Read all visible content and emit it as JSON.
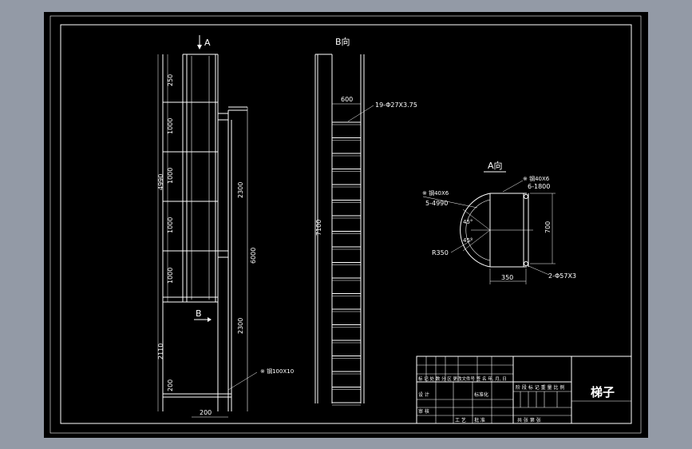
{
  "drawing": {
    "view_a_label": "A",
    "view_b_label": "B向",
    "view_a_dir_label": "A向",
    "section_b_label": "B",
    "title": "梯子"
  },
  "left_view": {
    "dims": [
      "250",
      "1000",
      "1000",
      "1000",
      "1000",
      "4990",
      "2300",
      "6000",
      "2300",
      "2110",
      "200",
      "200"
    ],
    "note": "※ 钢100X10"
  },
  "middle_view": {
    "dim_width": "600",
    "dim_height": "7100",
    "rung_note": "19-Φ27X3.75"
  },
  "plan_view": {
    "note_left_1": "※ 钢40X6",
    "note_left_2": "5-4990",
    "note_right_1": "※ 钢40X6",
    "note_right_2": "6-1800",
    "angle_1": "45°",
    "angle_2": "45°",
    "radius": "R350",
    "dim_depth": "700",
    "dim_offset": "350",
    "pipe_note": "2-Φ57X3"
  },
  "title_block": {
    "row1": "标 记 处 数 分  区  更改文件号 签 名 年, 月, 日",
    "design": "设 计",
    "standard": "标准化",
    "stage": "阶 段 标 记   重 量   比 例",
    "review": "审 核",
    "process": "工 艺",
    "approve": "批 准",
    "sheet": "共    张  第    张"
  }
}
